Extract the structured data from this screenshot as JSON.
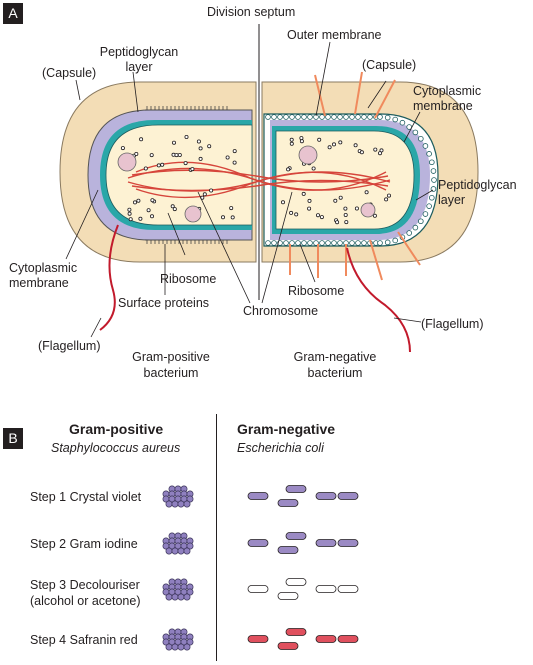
{
  "panel_a": {
    "tag": "A",
    "labels": {
      "division_septum": "Division septum",
      "peptidoglycan_left_1": "Peptidoglycan",
      "peptidoglycan_left_2": "layer",
      "capsule_left": "(Capsule)",
      "outer_membrane": "Outer membrane",
      "capsule_right": "(Capsule)",
      "cyto_right_1": "Cytoplasmic",
      "cyto_right_2": "membrane",
      "peptidoglycan_right_1": "Peptidoglycan",
      "peptidoglycan_right_2": "layer",
      "cyto_left_1": "Cytoplasmic",
      "cyto_left_2": "membrane",
      "ribosome_left": "Ribosome",
      "ribosome_right": "Ribosome",
      "surface_proteins": "Surface proteins",
      "chromosome": "Chromosome",
      "flagellum_left": "(Flagellum)",
      "flagellum_right": "(Flagellum)",
      "gram_pos_1": "Gram-positive",
      "gram_pos_2": "bacterium",
      "gram_neg_1": "Gram-negative",
      "gram_neg_2": "bacterium"
    }
  },
  "panel_b": {
    "tag": "B",
    "gram_positive": {
      "title": "Gram-positive",
      "species": "Staphylococcus aureus"
    },
    "gram_negative": {
      "title": "Gram-negative",
      "species": "Escherichia coli"
    },
    "steps": [
      {
        "line1": "Step 1  Crystal violet",
        "line2": "",
        "color": "#9b8ac4",
        "pos_color": "#8f80bf"
      },
      {
        "line1": "Step 2  Gram iodine",
        "line2": "",
        "color": "#9b8ac4",
        "pos_color": "#8f80bf"
      },
      {
        "line1": "Step 3  Decolouriser",
        "line2": "(alcohol or acetone)",
        "color": "#ffffff",
        "pos_color": "#8f80bf"
      },
      {
        "line1": "Step 4  Safranin red",
        "line2": "",
        "color": "#e0505e",
        "pos_color": "#8f80bf"
      }
    ]
  },
  "colors": {
    "capsule": "#f3ddb6",
    "cytoplasm": "#fdf2d3",
    "membrane": "#2aa7a8",
    "peptidoglycan": "#b9b3dc",
    "chromosome": "#d6453b",
    "flagellum": "#c21a2c",
    "lipoprotein": "#f08a5d"
  }
}
